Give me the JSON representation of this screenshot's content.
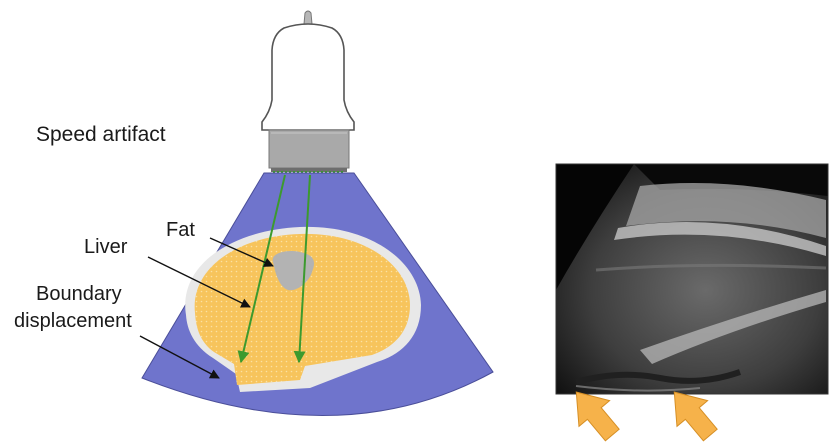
{
  "title": "Speed artifact",
  "labels": {
    "fat": "Fat",
    "liver": "Liver",
    "boundary_line1": "Boundary",
    "boundary_line2": "displacement"
  },
  "colors": {
    "beam": "#6f74cc",
    "liver_fill": "#f7c45c",
    "fat_fill": "#b3b3b3",
    "green_ray": "#3c9a2e",
    "transducer_head": "#a9a9a9",
    "arrow_orange": "#f6b24a"
  },
  "icons": {
    "transducer": "ultrasound-probe-icon",
    "ultrasound_image": "sonogram-image",
    "pointer_arrows": "orange-arrow-icon"
  }
}
